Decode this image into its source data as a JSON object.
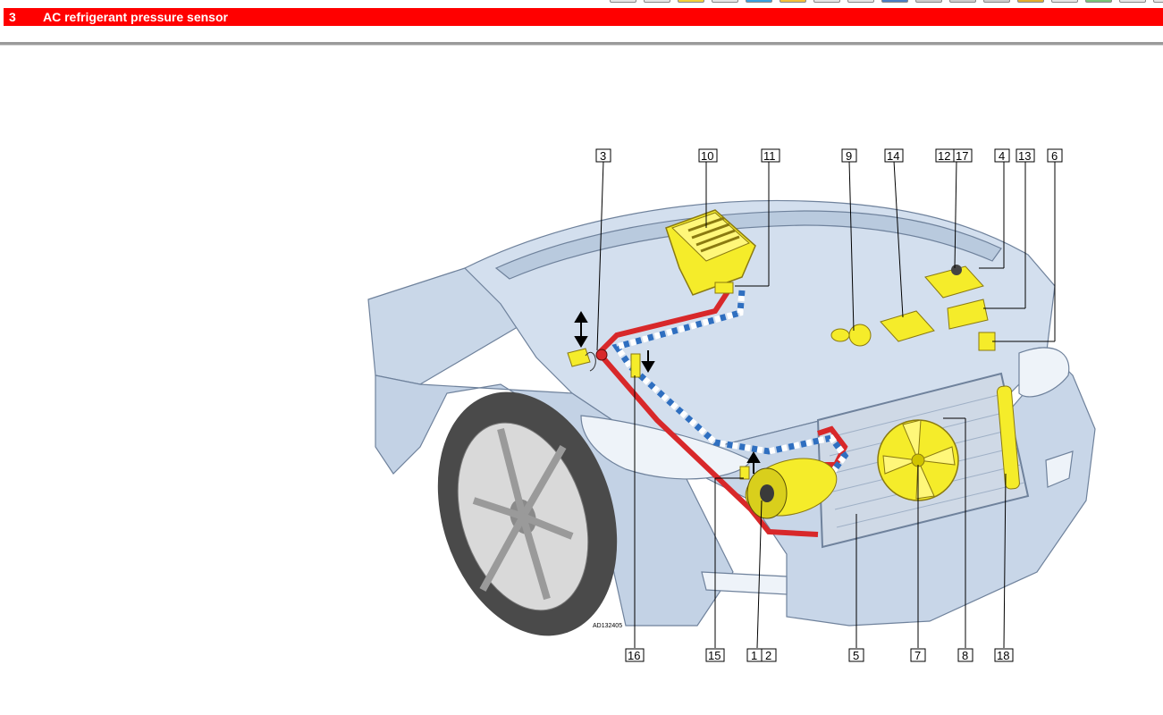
{
  "header": {
    "item_number": "3",
    "title": "AC refrigerant pressure sensor",
    "accent": "#ff0000"
  },
  "toolbar": {
    "buttons": [
      {
        "icon": "toolbar-icon-1",
        "color": "#e6e6e6"
      },
      {
        "icon": "toolbar-icon-2",
        "color": "#e6e6e6"
      },
      {
        "icon": "toolbar-icon-3",
        "color": "#f2d23c"
      },
      {
        "icon": "toolbar-icon-4",
        "color": "#e6e6e6"
      },
      {
        "icon": "toolbar-icon-5",
        "color": "#3aa0e0"
      },
      {
        "icon": "toolbar-icon-6",
        "color": "#f2c23c"
      },
      {
        "icon": "toolbar-icon-7",
        "color": "#e6e6e6"
      },
      {
        "icon": "toolbar-icon-8",
        "color": "#e6e6e6"
      },
      {
        "icon": "toolbar-icon-9",
        "color": "#4b7fc4"
      },
      {
        "icon": "toolbar-icon-10",
        "color": "#cccccc"
      },
      {
        "icon": "toolbar-icon-11",
        "color": "#cccccc"
      },
      {
        "icon": "toolbar-icon-12",
        "color": "#cccccc"
      },
      {
        "icon": "toolbar-icon-13",
        "color": "#e0b030"
      },
      {
        "icon": "toolbar-icon-14",
        "color": "#e6e6e6"
      },
      {
        "icon": "toolbar-icon-15",
        "color": "#7ac47a"
      },
      {
        "icon": "toolbar-icon-16",
        "color": "#e6e6e6"
      },
      {
        "icon": "toolbar-icon-17",
        "color": "#e6e6e6"
      }
    ]
  },
  "diagram": {
    "image_code": "AD132405",
    "callouts_top": [
      "3",
      "10",
      "11",
      "9",
      "14",
      "12",
      "17",
      "4",
      "13",
      "6"
    ],
    "callouts_bottom": [
      "16",
      "15",
      "1",
      "2",
      "5",
      "7",
      "8",
      "18"
    ],
    "colors": {
      "car_body": "#c8d6e8",
      "car_outline": "#6f829c",
      "component": "#f5ec2a",
      "high_pressure_line": "#d8282a",
      "low_pressure_line": "#2f6fc0"
    }
  }
}
